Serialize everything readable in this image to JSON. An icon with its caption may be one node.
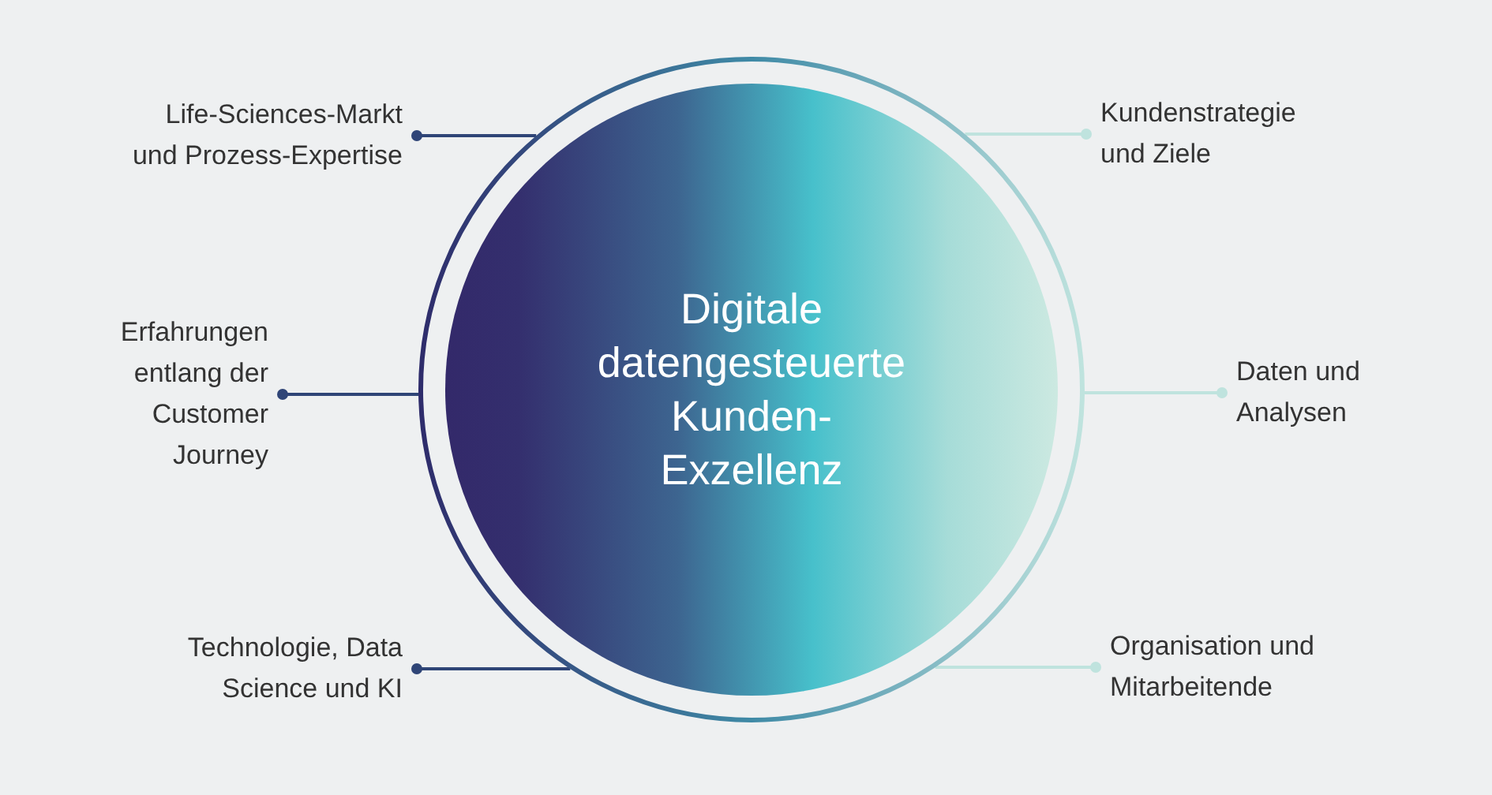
{
  "diagram": {
    "nodes": [
      {
        "text": [
          "Digitale datengesteuerte Kunden-Exzellenz"
        ]
      },
      {
        "text": [
          "Life-Sciences-Markt und Prozess-Expertise"
        ]
      },
      {
        "text": [
          "Kundenstrategie und Ziele"
        ]
      },
      {
        "text": [
          "Erfahrungen entlang der Customer Journey"
        ]
      },
      {
        "text": [
          "Daten und Analysen"
        ]
      },
      {
        "text": [
          "Technologie, Data Science und KI"
        ]
      },
      {
        "text": [
          "Organisation und Mitarbeitende"
        ]
      }
    ],
    "edges": [
      {
        "from": 1,
        "to": 0,
        "arrow": "other"
      },
      {
        "from": 2,
        "to": 0,
        "arrow": "other",
        "color": "#bfe3de"
      },
      {
        "from": 3,
        "to": 0,
        "arrow": "other"
      },
      {
        "from": 4,
        "to": 0,
        "arrow": "other",
        "color": "#bfe3de"
      },
      {
        "from": 5,
        "to": 0,
        "arrow": "other"
      },
      {
        "from": 6,
        "to": 0,
        "arrow": "other",
        "color": "#bfe3de"
      }
    ]
  }
}
